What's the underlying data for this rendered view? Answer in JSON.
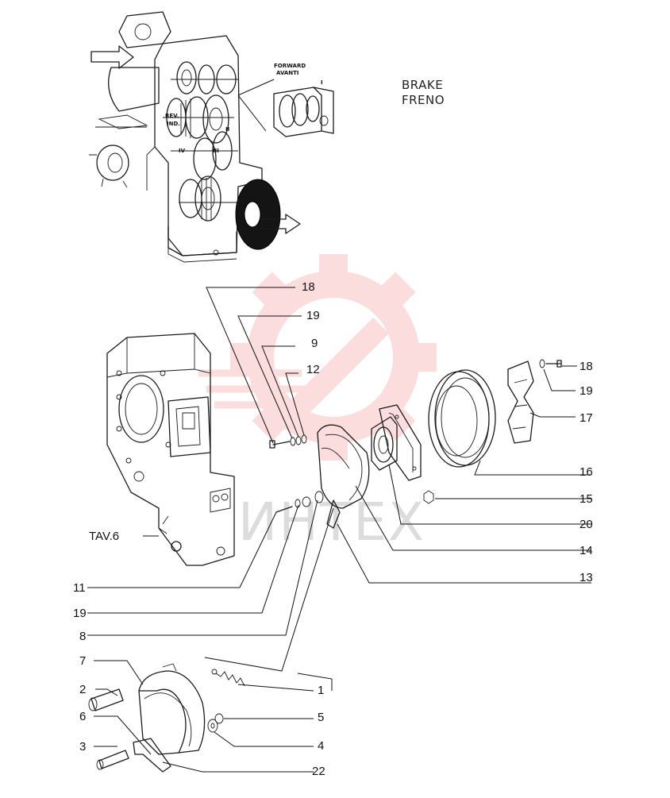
{
  "title": {
    "line1": "BRAKE",
    "line2": "FRENO"
  },
  "gearbox_labels": {
    "forward_en": "FORWARD",
    "forward_it": "AVANTI",
    "ref_I": "I",
    "ref_II": "II",
    "ref_III": "III",
    "ref_IV": "IV",
    "rev": "REV.",
    "ind": "IND."
  },
  "watermark": "ИНТЕХ",
  "table_ref": "TAV.6",
  "callouts": [
    "18",
    "19",
    "9",
    "12",
    "18",
    "19",
    "17",
    "16",
    "15",
    "20",
    "14",
    "13",
    "11",
    "19",
    "8",
    "7",
    "2",
    "6",
    "3",
    "1",
    "5",
    "4",
    "22"
  ],
  "colors": {
    "ink": "#1a1a1a",
    "watermark": "#e8303a"
  }
}
